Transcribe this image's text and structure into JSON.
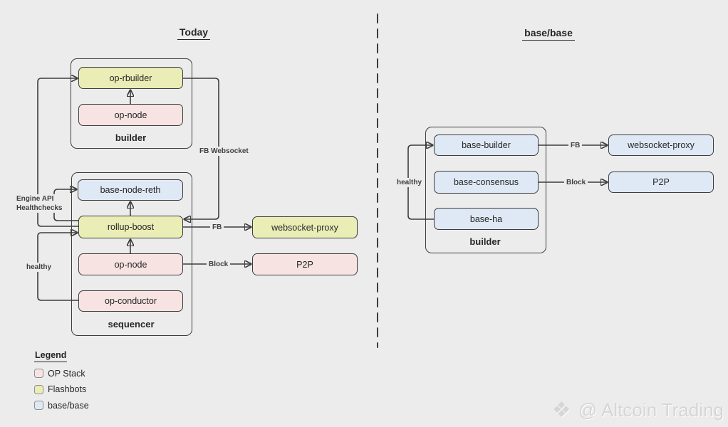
{
  "colors": {
    "background": "#ececec",
    "op-stack": "#f6e3e2",
    "flashbots": "#eaedb5",
    "base-base": "#dfe9f6",
    "border": "#3d3d3d",
    "line": "#3d3d3d",
    "text": "#262626",
    "edge-label": "#3f3f3f",
    "watermark": "#d6d6d6"
  },
  "left": {
    "title": "Today",
    "builder_group": {
      "label": "builder",
      "nodes": {
        "op_rbuilder": "op-rbuilder",
        "op_node": "op-node"
      }
    },
    "sequencer_group": {
      "label": "sequencer",
      "nodes": {
        "base_node_reth": "base-node-reth",
        "rollup_boost": "rollup-boost",
        "op_node": "op-node",
        "op_conductor": "op-conductor"
      }
    },
    "external_nodes": {
      "websocket_proxy": "websocket-proxy",
      "p2p": "P2P"
    },
    "edge_labels": {
      "fb_websocket": "FB Websocket",
      "engine_api_line1": "Engine API",
      "engine_api_line2": "Healthchecks",
      "healthy": "healthy",
      "fb": "FB",
      "block": "Block"
    }
  },
  "right": {
    "title": "base/base",
    "builder_group": {
      "label": "builder",
      "nodes": {
        "base_builder": "base-builder",
        "base_consensus": "base-consensus",
        "base_ha": "base-ha"
      }
    },
    "external_nodes": {
      "websocket_proxy": "websocket-proxy",
      "p2p": "P2P"
    },
    "edge_labels": {
      "healthy": "healthy",
      "fb": "FB",
      "block": "Block"
    }
  },
  "legend": {
    "title": "Legend",
    "items": [
      {
        "label": "OP Stack",
        "color_key": "op-stack"
      },
      {
        "label": "Flashbots",
        "color_key": "flashbots"
      },
      {
        "label": "base/base",
        "color_key": "base-base"
      }
    ]
  },
  "watermark": {
    "text": "@ Altcoin Trading",
    "icon": "binance-diamond-logo"
  }
}
